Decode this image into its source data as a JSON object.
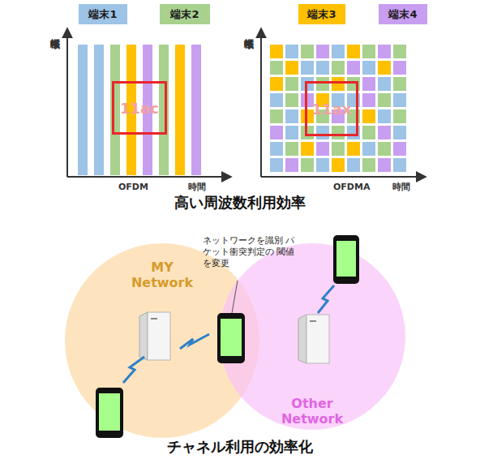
{
  "diagram": {
    "nodes": [
      {
        "text": [
          "11ac"
        ]
      },
      {
        "text": [
          "11ax"
        ]
      },
      {
        "text": [
          "MY Network"
        ]
      },
      {
        "text": [
          "Other Network"
        ]
      }
    ],
    "labels": [
      "帯域幅",
      "OFDM",
      "時間",
      "帯域幅",
      "OFDMA",
      "時間",
      "高い周波数利用効率",
      "ネットワークを識別 パケット衝突判定の 閾値を変更",
      "チャネル利用の効率化"
    ],
    "legend": [
      {
        "text": "端末1",
        "color": "#9dc3e6"
      },
      {
        "text": "端末2",
        "color": "#a9d18e"
      },
      {
        "text": "端末3",
        "color": "#ffc000"
      },
      {
        "text": "端末4",
        "color": "#c89ef0"
      }
    ]
  }
}
